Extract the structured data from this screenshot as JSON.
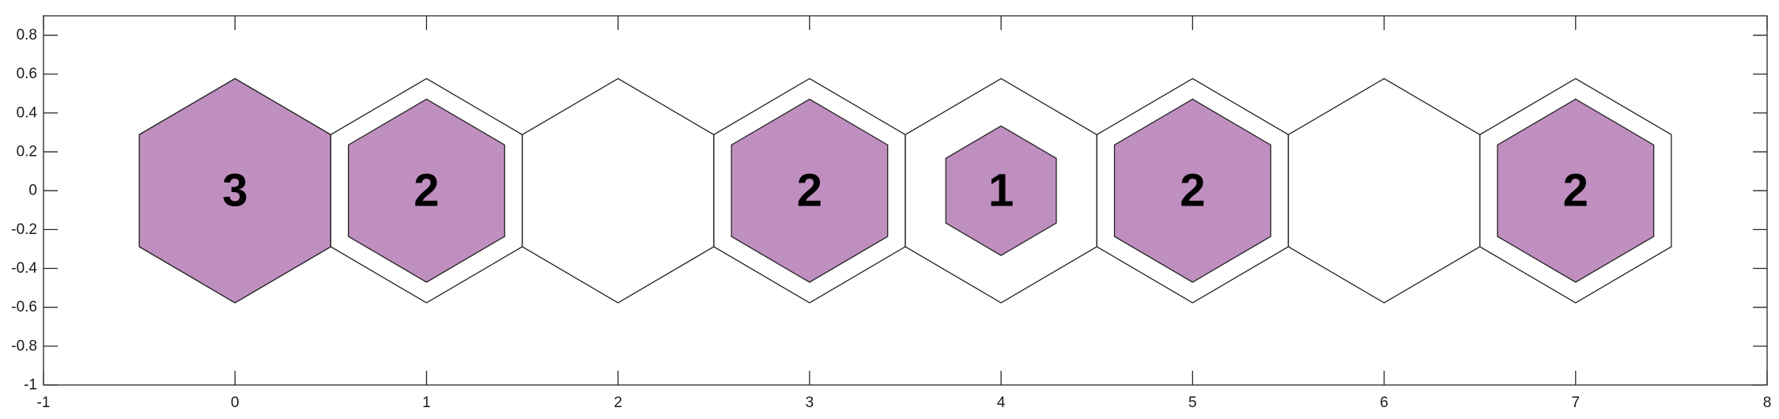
{
  "chart_data": {
    "type": "scatter",
    "title": "",
    "xlabel": "",
    "ylabel": "",
    "xlim": [
      -1,
      8
    ],
    "ylim": [
      -1,
      0.9
    ],
    "x_ticks": [
      -1,
      0,
      1,
      2,
      3,
      4,
      5,
      6,
      7,
      8
    ],
    "x_tick_labels": [
      "-1",
      "0",
      "1",
      "2",
      "3",
      "4",
      "5",
      "6",
      "7",
      "8"
    ],
    "y_ticks": [
      -1,
      -0.8,
      -0.6,
      -0.4,
      -0.2,
      0,
      0.2,
      0.4,
      0.6,
      0.8
    ],
    "y_tick_labels": [
      "-1",
      "-0.8",
      "-0.6",
      "-0.4",
      "-0.2",
      "0",
      "0.2",
      "0.4",
      "0.6",
      "0.8"
    ],
    "grid": false,
    "hex_outline_radius": 0.577,
    "cells": [
      {
        "x": 0,
        "y": 0,
        "value": 3,
        "label": "3",
        "fill_radius": 0.577
      },
      {
        "x": 1,
        "y": 0,
        "value": 2,
        "label": "2",
        "fill_radius": 0.471
      },
      {
        "x": 2,
        "y": 0,
        "value": 0,
        "label": "",
        "fill_radius": 0
      },
      {
        "x": 3,
        "y": 0,
        "value": 2,
        "label": "2",
        "fill_radius": 0.471
      },
      {
        "x": 4,
        "y": 0,
        "value": 1,
        "label": "1",
        "fill_radius": 0.333
      },
      {
        "x": 5,
        "y": 0,
        "value": 2,
        "label": "2",
        "fill_radius": 0.471
      },
      {
        "x": 6,
        "y": 0,
        "value": 0,
        "label": "",
        "fill_radius": 0
      },
      {
        "x": 7,
        "y": 0,
        "value": 2,
        "label": "2",
        "fill_radius": 0.471
      }
    ],
    "fill_color": "#bf8fbf",
    "edge_color": "#222222"
  }
}
